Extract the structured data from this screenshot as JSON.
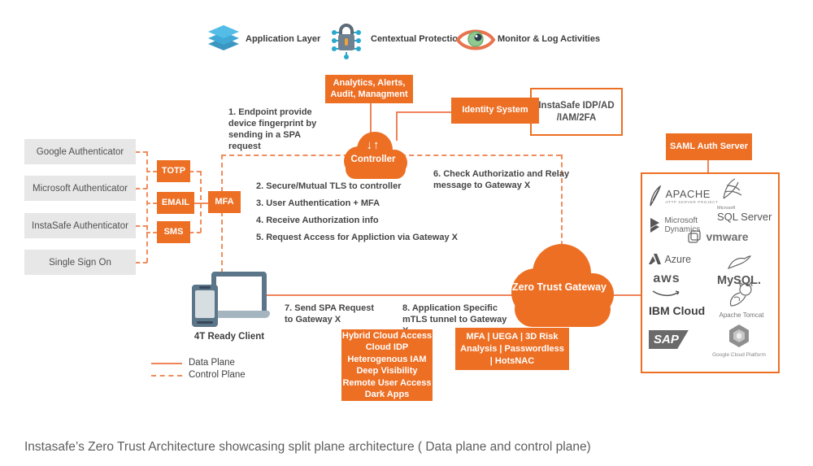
{
  "colors": {
    "accent_orange": "#ED6F24",
    "connector_orange": "#F08C5C",
    "gray_box": "#E7E7E7",
    "icon_blue": "#4FBCE9",
    "icon_teal": "#2BA8CC",
    "eye_green": "#90C98F"
  },
  "legend_top": {
    "items": [
      {
        "label": "Application Layer",
        "icon": "layers-icon"
      },
      {
        "label": "Centextual Protection",
        "icon": "lock-circuit-icon"
      },
      {
        "label": "Monitor & Log Activities",
        "icon": "eye-icon"
      }
    ]
  },
  "authenticators": {
    "items": [
      {
        "label": "Google Authenticator"
      },
      {
        "label": "Microsoft Authenticator"
      },
      {
        "label": "InstaSafe Authenticator"
      },
      {
        "label": "Single Sign On"
      }
    ]
  },
  "factors": {
    "totp": "TOTP",
    "email": "EMAIL",
    "sms": "SMS",
    "mfa": "MFA"
  },
  "boxes": {
    "analytics_line1": "Analytics, Alerts,",
    "analytics_line2": "Audit, Managment",
    "identity_system": "Identity System",
    "idp_line1": "InstaSafe IDP/AD",
    "idp_line2": "/IAM/2FA",
    "saml": "SAML Auth Server",
    "hybrid_lines": [
      "Hybrid Cloud Access",
      "Cloud IDP",
      "Heterogenous IAM",
      "Deep Visibility",
      "Remote User Access",
      "Dark Apps"
    ],
    "capabilities": "MFA | UEGA | 3D Risk Analysis | Passwordless | HotsNAC"
  },
  "clouds": {
    "controller_label": "Controller",
    "controller_arrows": "↓↑",
    "gateway_label": "Zero Trust Gateway"
  },
  "steps": {
    "s1": "1. Endpoint provide device fingerprint by sending in a SPA request",
    "s2": "2. Secure/Mutual TLS to controller",
    "s3": "3. User Authentication + MFA",
    "s4": "4. Receive Authorization info",
    "s5": "5. Request Access for Appliction via Gateway X",
    "s6": "6. Check Authorizatio and Relay message to Gateway X",
    "s7": "7.  Send SPA Request to Gateway X",
    "s8": "8.  Application Specific mTLS tunnel to Gateway X"
  },
  "client": {
    "label": "4T Ready Client"
  },
  "plane_legend": {
    "data": "Data Plane",
    "control": "Control Plane"
  },
  "providers": {
    "items": [
      {
        "name": "APACHE",
        "sub": "HTTP SERVER PROJECT"
      },
      {
        "name": "SQL Server",
        "sub": "Microsoft"
      },
      {
        "name": "Microsoft Dynamics"
      },
      {
        "name": "vmware"
      },
      {
        "name": "Azure"
      },
      {
        "name": "aws"
      },
      {
        "name": "MySQL."
      },
      {
        "name": "IBM Cloud"
      },
      {
        "name": "Apache Tomcat"
      },
      {
        "name": "SAP"
      },
      {
        "name": "Google Cloud Platform"
      }
    ]
  },
  "caption": "Instasafe’s Zero Trust Architecture showcasing split plane architecture ( Data plane and control plane)"
}
